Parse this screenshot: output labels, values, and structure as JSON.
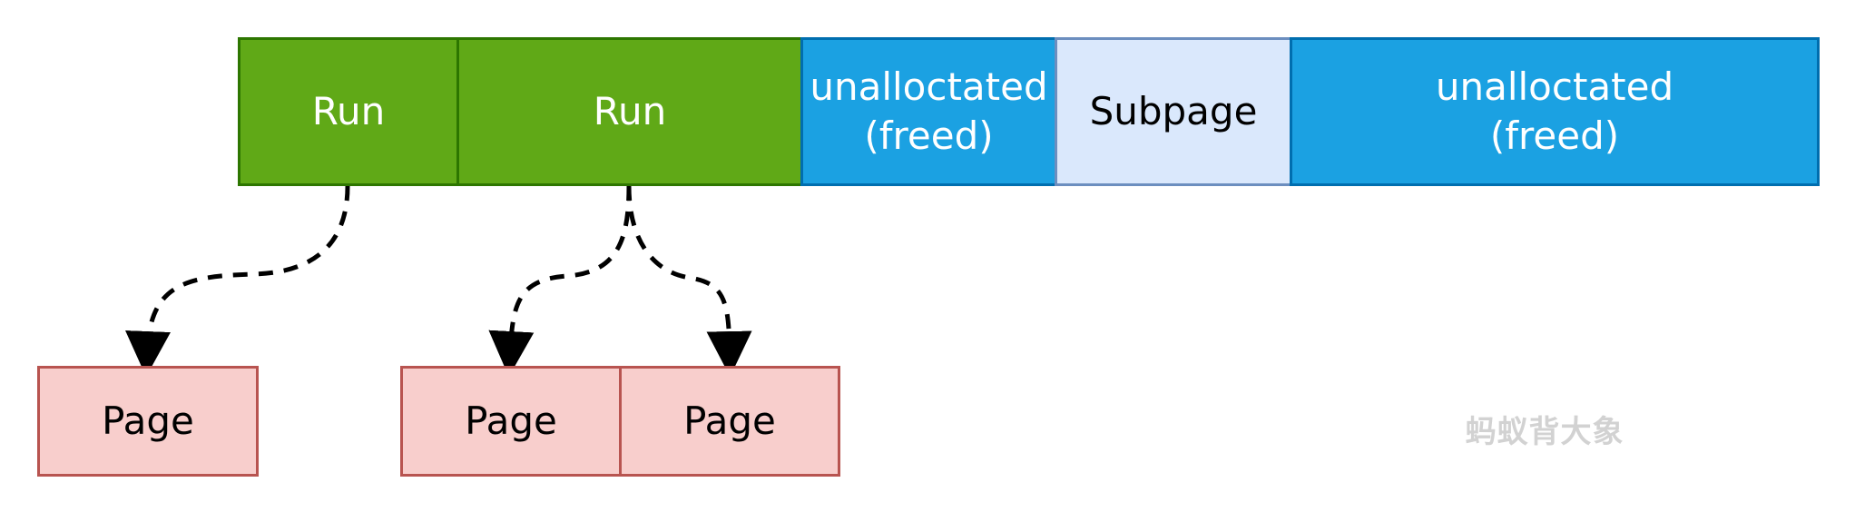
{
  "memory_bar": {
    "run_1": "Run",
    "run_2": "Run",
    "free_1": "unalloctated\n(freed)",
    "subpage": "Subpage",
    "free_2": "unalloctated\n(freed)"
  },
  "pages": {
    "page_1": "Page",
    "page_2": "Page",
    "page_3": "Page"
  },
  "watermark": "蚂蚁背大象",
  "colors": {
    "run_fill": "#60a917",
    "run_border": "#2d7600",
    "free_fill": "#1ba1e2",
    "free_border": "#006eaf",
    "subpage_fill": "#dae8fc",
    "subpage_border": "#6c8ebf",
    "page_fill": "#f8cecc",
    "page_border": "#b85450",
    "watermark": "#d2d2d2"
  }
}
